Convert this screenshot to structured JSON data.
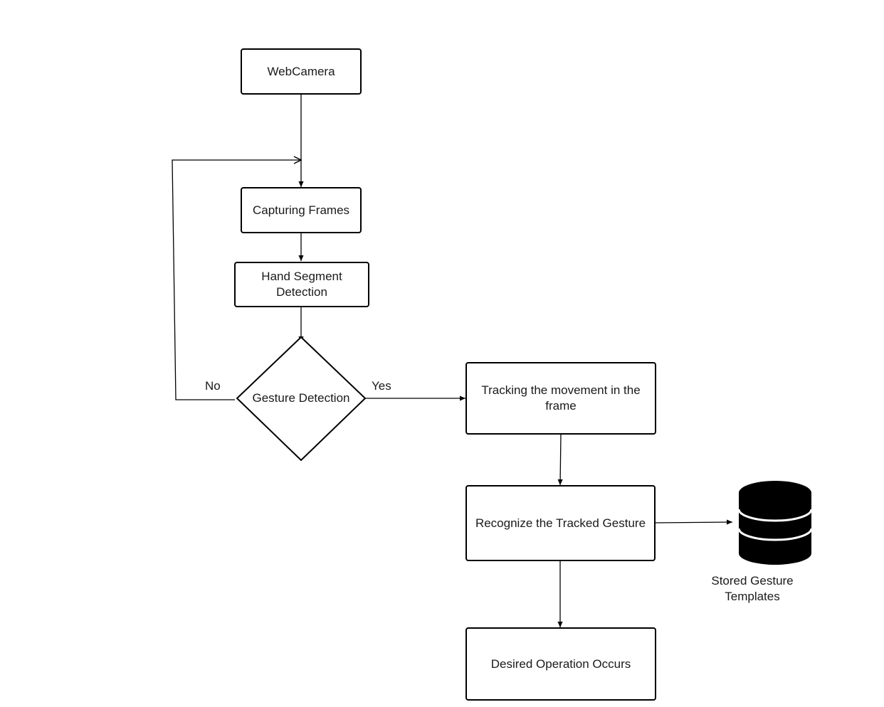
{
  "nodes": {
    "webcamera": "WebCamera",
    "capturing_frames": "Capturing Frames",
    "hand_segment_detection": "Hand Segment Detection",
    "gesture_detection": "Gesture Detection",
    "tracking": "Tracking the movement in the frame",
    "recognize": "Recognize the Tracked Gesture",
    "desired_operation": "Desired Operation Occurs"
  },
  "edge_labels": {
    "no": "No",
    "yes": "Yes"
  },
  "database": {
    "icon": "database-icon",
    "label_line1": "Stored Gesture",
    "label_line2": "Templates"
  },
  "colors": {
    "stroke": "#000000",
    "fill": "#ffffff"
  }
}
